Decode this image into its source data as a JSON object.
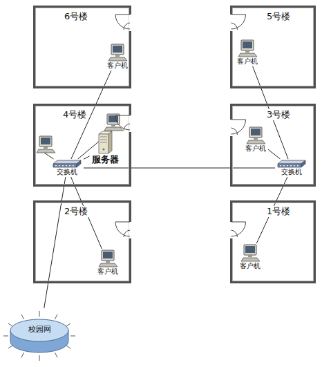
{
  "diagram": {
    "nodes": [
      {
        "text": [
          "6号楼"
        ]
      },
      {
        "text": [
          "客户机"
        ],
        "in": 0
      },
      {
        "text": [
          "5号楼"
        ]
      },
      {
        "text": [
          "客户机"
        ],
        "in": 2
      },
      {
        "text": [
          "4号楼"
        ]
      },
      {
        "text": [
          "服务器"
        ],
        "in": 4
      },
      {
        "text": [
          "交换机"
        ],
        "in": 4
      },
      {
        "text": [
          "3号楼"
        ]
      },
      {
        "text": [
          "客户机"
        ],
        "in": 7
      },
      {
        "text": [
          "交换机"
        ],
        "in": 7
      },
      {
        "text": [
          "2号楼"
        ]
      },
      {
        "text": [
          "客户机"
        ],
        "in": 10
      },
      {
        "text": [
          "1号楼"
        ]
      },
      {
        "text": [
          "客户机"
        ],
        "in": 12
      },
      {
        "text": [
          "校园网"
        ]
      }
    ],
    "edges": [
      {
        "from": 6,
        "to": 1,
        "arrow": "none"
      },
      {
        "from": 6,
        "to": 5,
        "arrow": "none"
      },
      {
        "from": 6,
        "to": 9,
        "arrow": "none"
      },
      {
        "from": 6,
        "to": 11,
        "arrow": "none"
      },
      {
        "from": 6,
        "to": 14,
        "arrow": "none"
      },
      {
        "from": 9,
        "to": 3,
        "arrow": "none"
      },
      {
        "from": 9,
        "to": 8,
        "arrow": "none"
      },
      {
        "from": 9,
        "to": 13,
        "arrow": "none"
      }
    ]
  }
}
